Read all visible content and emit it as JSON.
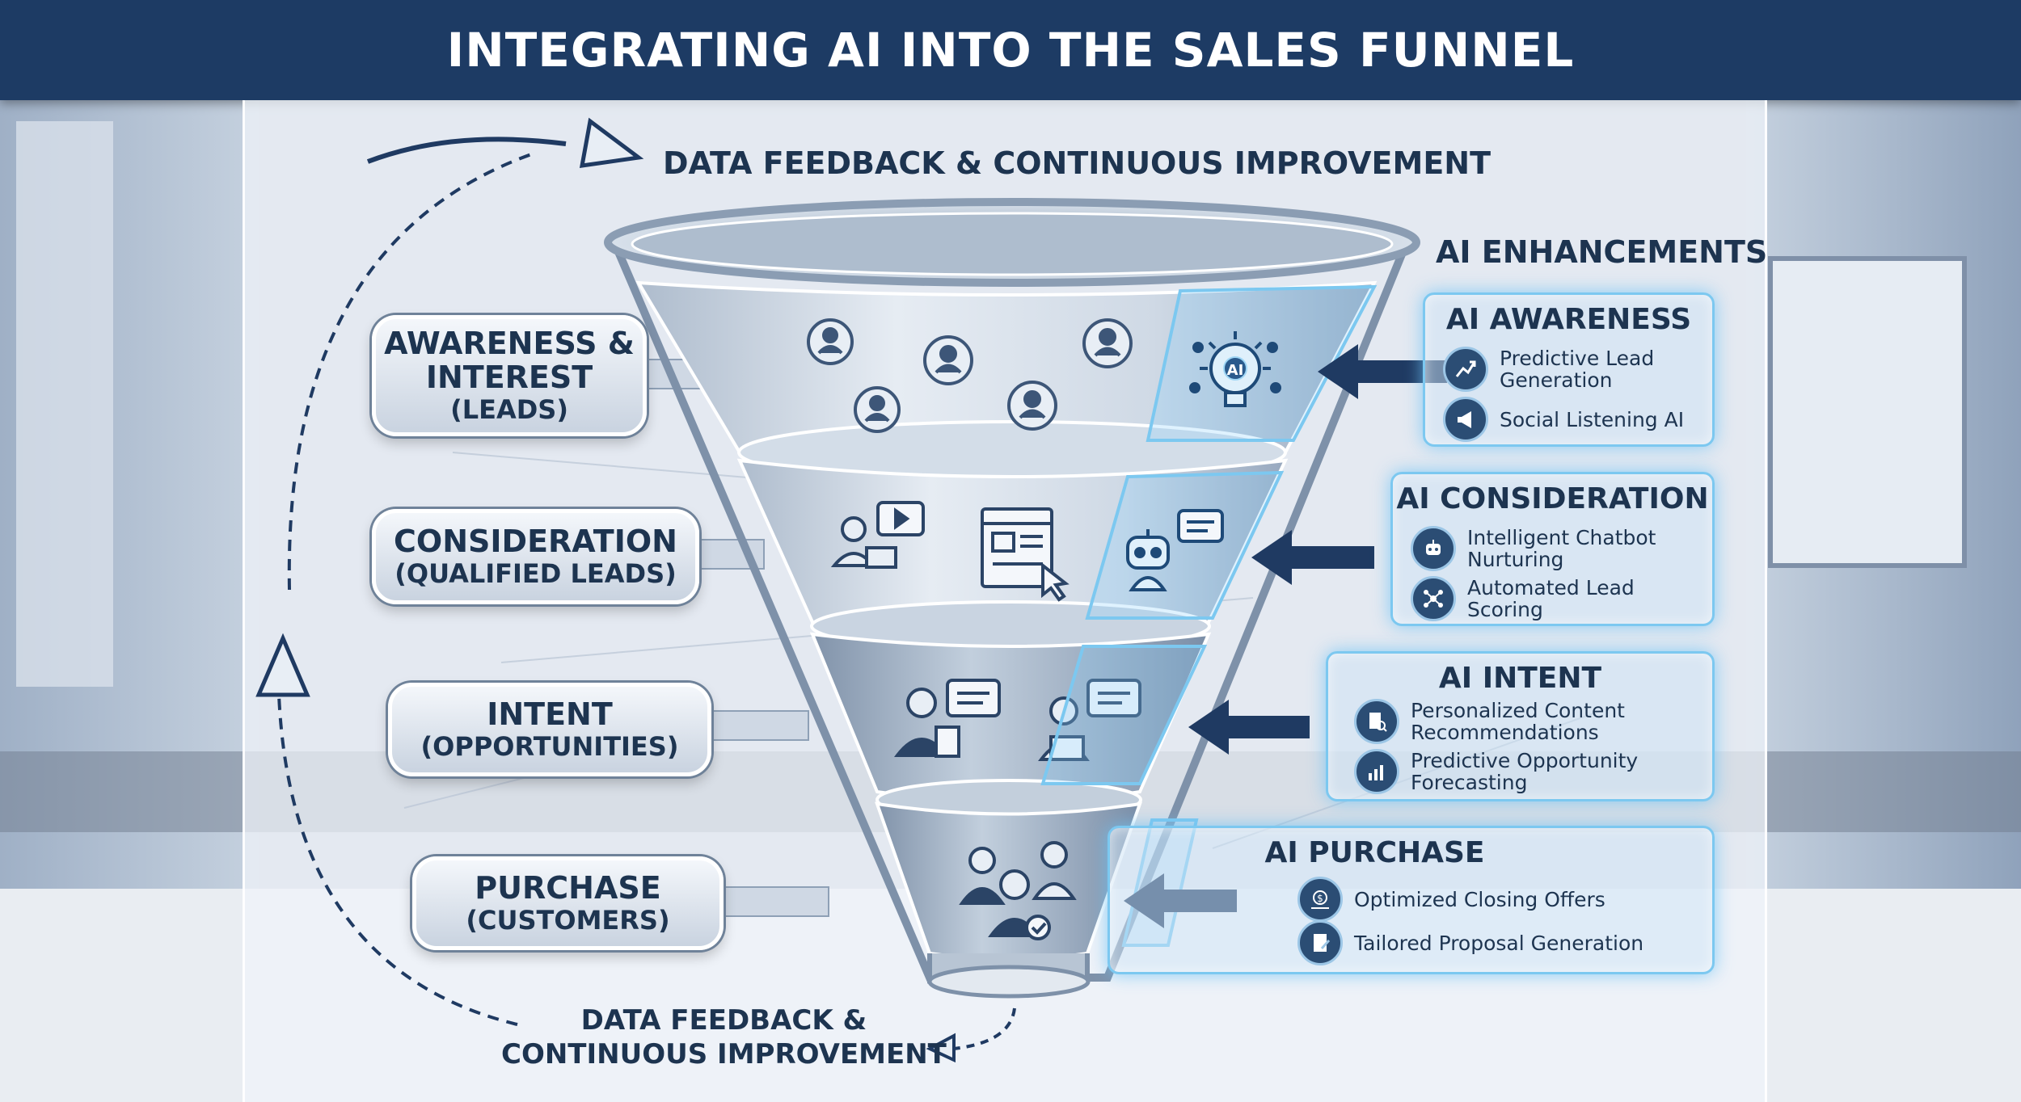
{
  "title": "INTEGRATING AI INTO THE SALES FUNNEL",
  "feedback": {
    "top": "DATA FEEDBACK & CONTINUOUS IMPROVEMENT",
    "bottom_line1": "DATA FEEDBACK &",
    "bottom_line2": "CONTINUOUS IMPROVEMENT"
  },
  "enhancements_title": "AI ENHANCEMENTS",
  "stages": [
    {
      "name_line1": "AWARENESS &",
      "name_line2": "INTEREST",
      "sub": "(LEADS)"
    },
    {
      "name_line1": "CONSIDERATION",
      "sub": "(QUALIFIED LEADS)"
    },
    {
      "name_line1": "INTENT",
      "sub": "(OPPORTUNITIES)"
    },
    {
      "name_line1": "PURCHASE",
      "sub": "(CUSTOMERS)"
    }
  ],
  "ai_boxes": [
    {
      "title": "AI AWARENESS",
      "items": [
        {
          "label": "Predictive Lead Generation",
          "icon": "chart-trend-icon"
        },
        {
          "label": "Social Listening AI",
          "icon": "megaphone-icon"
        }
      ]
    },
    {
      "title": "AI CONSIDERATION",
      "items": [
        {
          "label": "Intelligent Chatbot Nurturing",
          "icon": "robot-icon"
        },
        {
          "label": "Automated Lead Scoring",
          "icon": "network-icon"
        }
      ]
    },
    {
      "title": "AI INTENT",
      "items": [
        {
          "label": "Personalized Content Recommendations",
          "icon": "document-search-icon"
        },
        {
          "label": "Predictive Opportunity Forecasting",
          "icon": "bar-chart-icon"
        }
      ]
    },
    {
      "title": "AI PURCHASE",
      "items": [
        {
          "label": "Optimized Closing Offers",
          "icon": "dollar-hand-icon"
        },
        {
          "label": "Tailored Proposal Generation",
          "icon": "proposal-icon"
        }
      ]
    }
  ],
  "funnel_badge": "AI",
  "colors": {
    "navy": "#1d3b64",
    "text": "#1d3450",
    "glow": "#7cc8f0",
    "arrow": "#1f3a62"
  }
}
